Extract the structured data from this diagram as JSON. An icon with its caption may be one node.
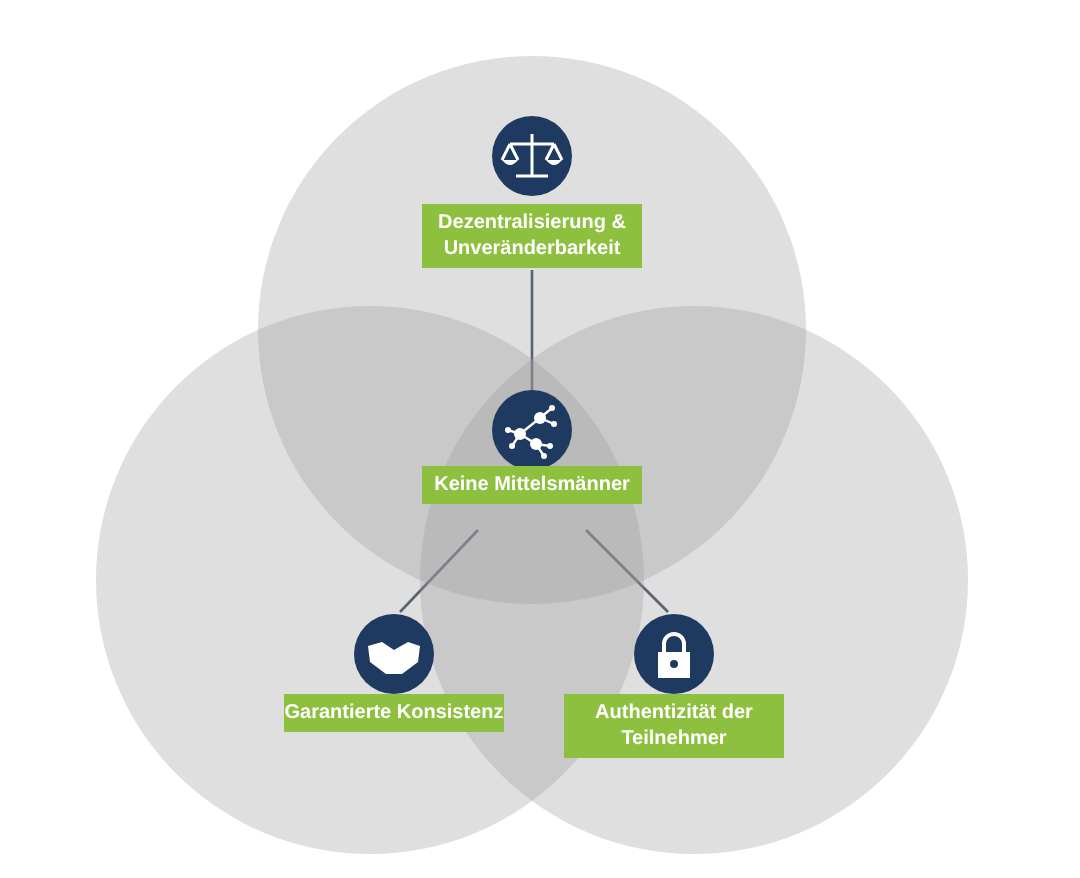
{
  "diagram": {
    "nodes": [
      {
        "text": [
          "Dezentralisierung & Unveränderbarkeit"
        ]
      },
      {
        "text": [
          "Keine Mittelsmänner"
        ]
      },
      {
        "text": [
          "Garantierte Konsistenz"
        ]
      },
      {
        "text": [
          "Authentizität der Teilnehmer"
        ]
      }
    ],
    "edges": [
      {
        "from": 0,
        "to": 1,
        "arrow": "none"
      },
      {
        "from": 1,
        "to": 2,
        "arrow": "none"
      },
      {
        "from": 1,
        "to": 3,
        "arrow": "none"
      }
    ]
  }
}
